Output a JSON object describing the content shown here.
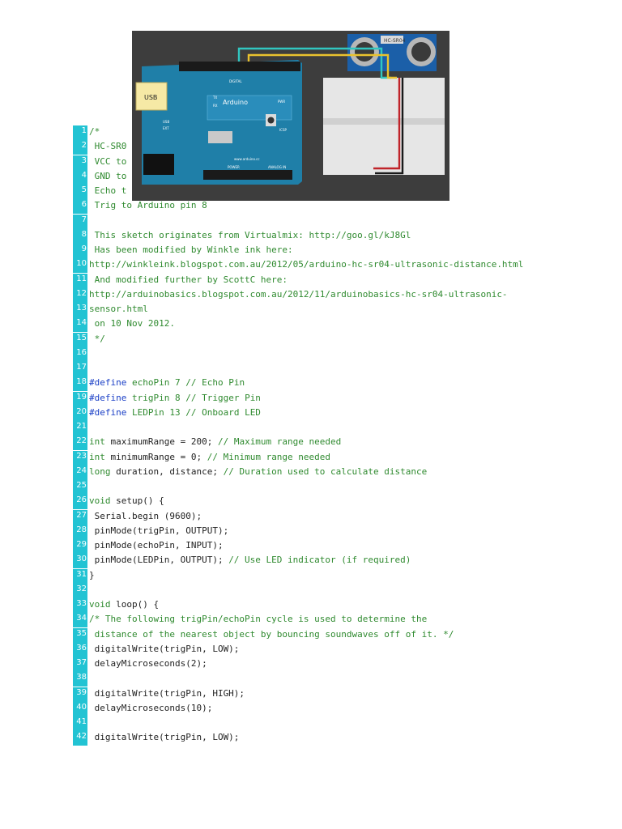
{
  "image": {
    "usb_label": "USB",
    "arduino_label": "Arduino",
    "digital_label": "DIGITAL",
    "sensor_label": "HC-SR04",
    "pwr_label": "PWR",
    "icsp_label": "ICSP",
    "tx_label": "TX",
    "rx_label": "RX",
    "url_label": "www.arduino.cc",
    "power_label": "POWER",
    "analog_label": "ANALOG IN",
    "usb_sel": "USB",
    "ext_sel": "EXT"
  },
  "lines": [
    {
      "n": "1",
      "segs": [
        {
          "t": "/*",
          "c": "c"
        }
      ]
    },
    {
      "n": "2",
      "segs": [
        {
          "t": " HC-SR0",
          "c": "c"
        }
      ]
    },
    {
      "n": "3",
      "segs": [
        {
          "t": " VCC to",
          "c": "c"
        }
      ]
    },
    {
      "n": "4",
      "segs": [
        {
          "t": " GND to",
          "c": "c"
        }
      ]
    },
    {
      "n": "5",
      "segs": [
        {
          "t": " Echo t",
          "c": "c"
        }
      ]
    },
    {
      "n": "6",
      "segs": [
        {
          "t": " Trig to Arduino pin 8",
          "c": "c"
        }
      ]
    },
    {
      "n": "7",
      "segs": []
    },
    {
      "n": "8",
      "segs": [
        {
          "t": " This sketch originates from Virtualmix: http://goo.gl/kJ8Gl",
          "c": "c"
        }
      ]
    },
    {
      "n": "9",
      "segs": [
        {
          "t": " Has been modified by Winkle ink here:",
          "c": "c"
        }
      ]
    },
    {
      "n": "10",
      "segs": [
        {
          "t": "http://winkleink.blogspot.com.au/2012/05/arduino-hc-sr04-ultrasonic-distance.html",
          "c": "c"
        }
      ]
    },
    {
      "n": "11",
      "segs": [
        {
          "t": " And modified further by ScottC here:",
          "c": "c"
        }
      ]
    },
    {
      "n": "12",
      "segs": [
        {
          "t": "http://arduinobasics.blogspot.com.au/2012/11/arduinobasics-hc-sr04-ultrasonic-",
          "c": "c"
        }
      ]
    },
    {
      "n": "13",
      "segs": [
        {
          "t": "sensor.html",
          "c": "c"
        }
      ]
    },
    {
      "n": "14",
      "segs": [
        {
          "t": " on 10 Nov 2012.",
          "c": "c"
        }
      ]
    },
    {
      "n": "15",
      "segs": [
        {
          "t": " */",
          "c": "c"
        }
      ]
    },
    {
      "n": "16",
      "segs": []
    },
    {
      "n": "17",
      "segs": []
    },
    {
      "n": "18",
      "segs": [
        {
          "t": "#define",
          "c": "k"
        },
        {
          "t": " echoPin 7 ",
          "c": "c"
        },
        {
          "t": "// Echo Pin",
          "c": "c"
        }
      ]
    },
    {
      "n": "19",
      "segs": [
        {
          "t": "#define",
          "c": "k"
        },
        {
          "t": " trigPin 8 ",
          "c": "c"
        },
        {
          "t": "// Trigger Pin",
          "c": "c"
        }
      ]
    },
    {
      "n": "20",
      "segs": [
        {
          "t": "#define",
          "c": "k"
        },
        {
          "t": " LEDPin 13 ",
          "c": "c"
        },
        {
          "t": "// Onboard LED",
          "c": "c"
        }
      ]
    },
    {
      "n": "21",
      "segs": []
    },
    {
      "n": "22",
      "segs": [
        {
          "t": "int",
          "c": "c"
        },
        {
          "t": " maximumRange = 200; ",
          "c": "d"
        },
        {
          "t": "// Maximum range needed",
          "c": "c"
        }
      ]
    },
    {
      "n": "23",
      "segs": [
        {
          "t": "int",
          "c": "c"
        },
        {
          "t": " minimumRange = 0; ",
          "c": "d"
        },
        {
          "t": "// Minimum range needed",
          "c": "c"
        }
      ]
    },
    {
      "n": "24",
      "segs": [
        {
          "t": "long",
          "c": "c"
        },
        {
          "t": " duration, distance; ",
          "c": "d"
        },
        {
          "t": "// Duration used to calculate distance",
          "c": "c"
        }
      ]
    },
    {
      "n": "25",
      "segs": []
    },
    {
      "n": "26",
      "segs": [
        {
          "t": "void",
          "c": "c"
        },
        {
          "t": " setup() {",
          "c": "d"
        }
      ]
    },
    {
      "n": "27",
      "segs": [
        {
          "t": " Serial.begin (9600);",
          "c": "d"
        }
      ]
    },
    {
      "n": "28",
      "segs": [
        {
          "t": " pinMode(trigPin, OUTPUT);",
          "c": "d"
        }
      ]
    },
    {
      "n": "29",
      "segs": [
        {
          "t": " pinMode(echoPin, INPUT);",
          "c": "d"
        }
      ]
    },
    {
      "n": "30",
      "segs": [
        {
          "t": " pinMode(LEDPin, OUTPUT); ",
          "c": "d"
        },
        {
          "t": "// Use LED indicator (if required)",
          "c": "c"
        }
      ]
    },
    {
      "n": "31",
      "segs": [
        {
          "t": "}",
          "c": "d"
        }
      ]
    },
    {
      "n": "32",
      "segs": []
    },
    {
      "n": "33",
      "segs": [
        {
          "t": "void",
          "c": "c"
        },
        {
          "t": " loop() {",
          "c": "d"
        }
      ]
    },
    {
      "n": "34",
      "segs": [
        {
          "t": "/* The following trigPin/echoPin cycle is used to determine the",
          "c": "c"
        }
      ]
    },
    {
      "n": "35",
      "segs": [
        {
          "t": " distance of the nearest object by bouncing soundwaves off of it. */",
          "c": "c"
        }
      ]
    },
    {
      "n": "36",
      "segs": [
        {
          "t": " digitalWrite(trigPin, LOW);",
          "c": "d"
        }
      ]
    },
    {
      "n": "37",
      "segs": [
        {
          "t": " delayMicroseconds(2);",
          "c": "d"
        }
      ]
    },
    {
      "n": "38",
      "segs": []
    },
    {
      "n": "39",
      "segs": [
        {
          "t": " digitalWrite(trigPin, HIGH);",
          "c": "d"
        }
      ]
    },
    {
      "n": "40",
      "segs": [
        {
          "t": " delayMicroseconds(10);",
          "c": "d"
        }
      ]
    },
    {
      "n": "41",
      "segs": []
    },
    {
      "n": "42",
      "segs": [
        {
          "t": " digitalWrite(trigPin, LOW);",
          "c": "d"
        }
      ]
    }
  ]
}
